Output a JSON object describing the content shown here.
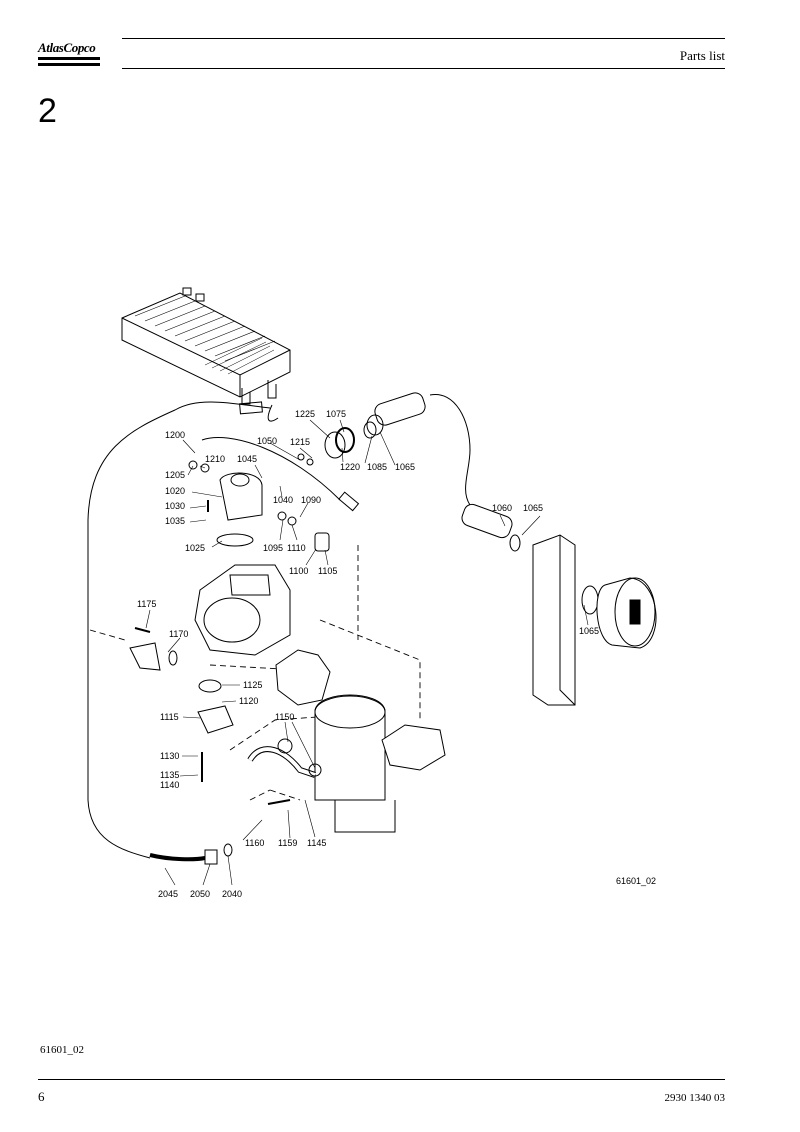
{
  "header": {
    "brand": "AtlasCopco",
    "title": "Parts list"
  },
  "section_number": "2",
  "figure": {
    "id_label": "61601_02",
    "callouts": [
      "1225",
      "1075",
      "1215",
      "1050",
      "1220",
      "1085",
      "1065",
      "1200",
      "1045",
      "1210",
      "1205",
      "1020",
      "1030",
      "1035",
      "1025",
      "1040",
      "1090",
      "1095",
      "1110",
      "1100",
      "1105",
      "1060",
      "1065",
      "1065",
      "1175",
      "1170",
      "1125",
      "1120",
      "1115",
      "1150",
      "1130",
      "1135",
      "1140",
      "1160",
      "1159",
      "1145",
      "2045",
      "2050",
      "2040"
    ]
  },
  "footer": {
    "ref": "61601_02",
    "page": "6",
    "doc_number": "2930 1340 03"
  }
}
